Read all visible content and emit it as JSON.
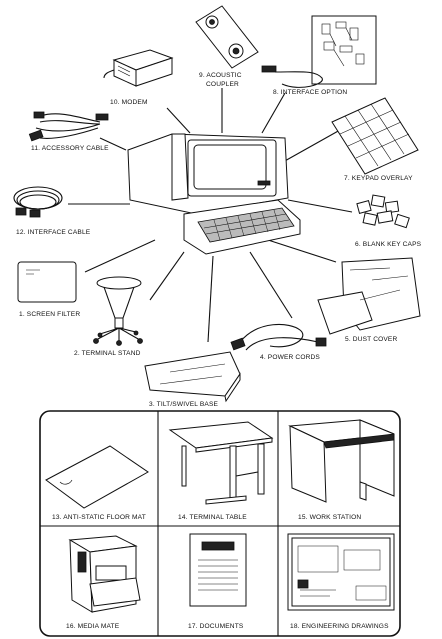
{
  "accessories": [
    {
      "label": "1. SCREEN FILTER"
    },
    {
      "label": "2. TERMINAL STAND"
    },
    {
      "label": "3. TILT/SWIVEL BASE"
    },
    {
      "label": "4. POWER CORDS"
    },
    {
      "label": "5. DUST COVER"
    },
    {
      "label": "6. BLANK KEY CAPS"
    },
    {
      "label": "7. KEYPAD OVERLAY"
    },
    {
      "label": "8. INTERFACE OPTION"
    },
    {
      "label": "9. ACOUSTIC"
    },
    {
      "label": "COUPLER"
    },
    {
      "label": "10. MODEM"
    },
    {
      "label": "11. ACCESSORY CABLE"
    },
    {
      "label": "12. INTERFACE CABLE"
    }
  ],
  "furniture": [
    {
      "label": "13. ANTI-STATIC FLOOR MAT"
    },
    {
      "label": "14. TERMINAL TABLE"
    },
    {
      "label": "15. WORK STATION"
    },
    {
      "label": "16. MEDIA MATE"
    },
    {
      "label": "17. DOCUMENTS"
    },
    {
      "label": "18. ENGINEERING DRAWINGS"
    }
  ]
}
